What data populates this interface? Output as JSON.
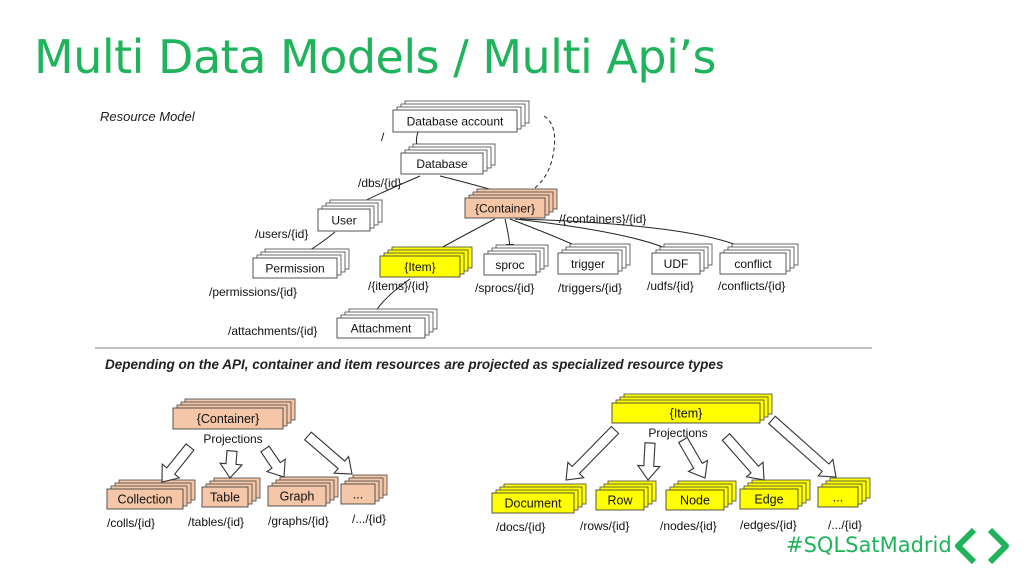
{
  "title": "Multi Data Models / Multi Api’s",
  "resource_model_label": "Resource Model",
  "projection_caption": "Depending on the API, container and item resources are projected as specialized resource types",
  "hashtag": "#SQLSatMadrid",
  "colors": {
    "title_green": "#1fb35c",
    "container_fill": "#f5c6a8",
    "item_fill": "#ffff00",
    "node_fill": "#ffffff",
    "line": "#222222"
  },
  "resource_model": {
    "root_path": "/",
    "database_account": "Database account",
    "database": "Database",
    "database_path": "/dbs/{id}",
    "user": "User",
    "users_path": "/users/{id}",
    "permission": "Permission",
    "permissions_path": "/permissions/{id}",
    "container": "{Container}",
    "containers_path": "/{containers}/{id}",
    "item": "{Item}",
    "items_path": "/{items}/{id}",
    "sproc": "sproc",
    "sprocs_path": "/sprocs/{id}",
    "trigger": "trigger",
    "triggers_path": "/triggers/{id}",
    "udf": "UDF",
    "udfs_path": "/udfs/{id}",
    "conflict": "conflict",
    "conflicts_path": "/conflicts/{id}",
    "attachment": "Attachment",
    "attachments_path": "/attachments/{id}"
  },
  "container_projection": {
    "source": "{Container}",
    "label": "Projections",
    "targets": [
      {
        "name": "Collection",
        "path": "/colls/{id}"
      },
      {
        "name": "Table",
        "path": "/tables/{id}"
      },
      {
        "name": "Graph",
        "path": "/graphs/{id}"
      },
      {
        "name": "...",
        "path": "/.../{id}"
      }
    ]
  },
  "item_projection": {
    "source": "{Item}",
    "label": "Projections",
    "targets": [
      {
        "name": "Document",
        "path": "/docs/{id}"
      },
      {
        "name": "Row",
        "path": "/rows/{id}"
      },
      {
        "name": "Node",
        "path": "/nodes/{id}"
      },
      {
        "name": "Edge",
        "path": "/edges/{id}"
      },
      {
        "name": "...",
        "path": "/.../{id}"
      }
    ]
  }
}
